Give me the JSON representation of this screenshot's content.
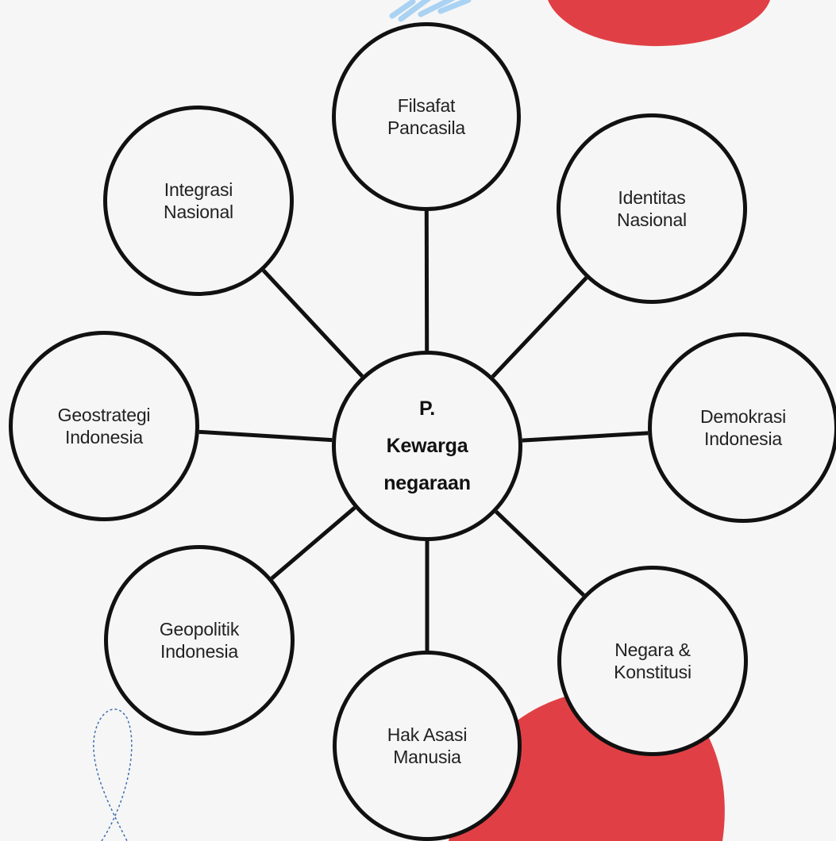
{
  "diagram": {
    "center": {
      "id": "center",
      "label": "P.\nKewarga\nnegaraan"
    },
    "nodes": [
      {
        "id": "filsafat",
        "label": "Filsafat\nPancasila"
      },
      {
        "id": "identitas",
        "label": "Identitas\nNasional"
      },
      {
        "id": "demokrasi",
        "label": "Demokrasi\nIndonesia"
      },
      {
        "id": "negara",
        "label": "Negara &\nKonstitusi"
      },
      {
        "id": "ham",
        "label": "Hak Asasi\nManusia"
      },
      {
        "id": "geopolitik",
        "label": "Geopolitik\nIndonesia"
      },
      {
        "id": "geostrategi",
        "label": "Geostrategi\nIndonesia"
      },
      {
        "id": "integrasi",
        "label": "Integrasi\nNasional"
      }
    ]
  },
  "colors": {
    "background": "#f6f6f6",
    "stroke": "#111111",
    "accent_red": "#e04045",
    "accent_blue": "#a9d2f3",
    "decor_dash_blue": "#3d6fb0"
  }
}
